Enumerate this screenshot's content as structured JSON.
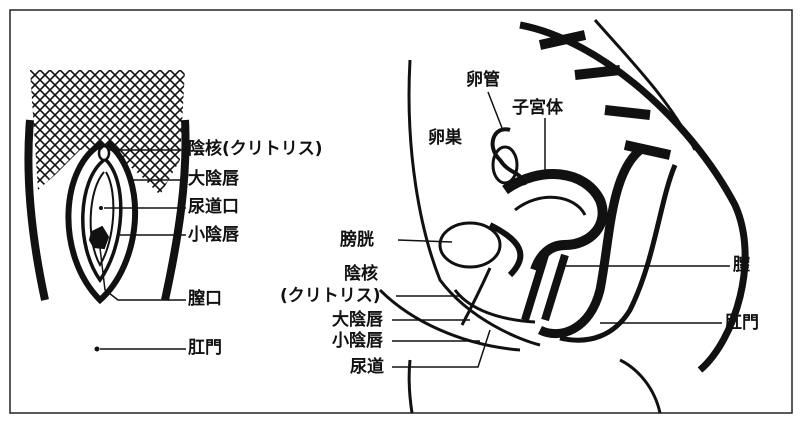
{
  "front_view": {
    "labels": {
      "clitoris": "陰核(クリトリス)",
      "labia_majora": "大陰唇",
      "urethral_opening": "尿道口",
      "labia_minora": "小陰唇",
      "vaginal_opening": "膣口",
      "anus": "肛門"
    }
  },
  "side_view": {
    "labels": {
      "fallopian_tube": "卵管",
      "uterus_body": "子宮体",
      "ovary": "卵巣",
      "bladder": "膀胱",
      "vagina": "膣",
      "clitoris_line1": "陰核",
      "clitoris_line2": "(クリトリス)",
      "labia_majora": "大陰唇",
      "anus": "肛門",
      "labia_minora": "小陰唇",
      "urethra": "尿道"
    }
  },
  "colors": {
    "ink": "#111111",
    "background": "#ffffff"
  }
}
